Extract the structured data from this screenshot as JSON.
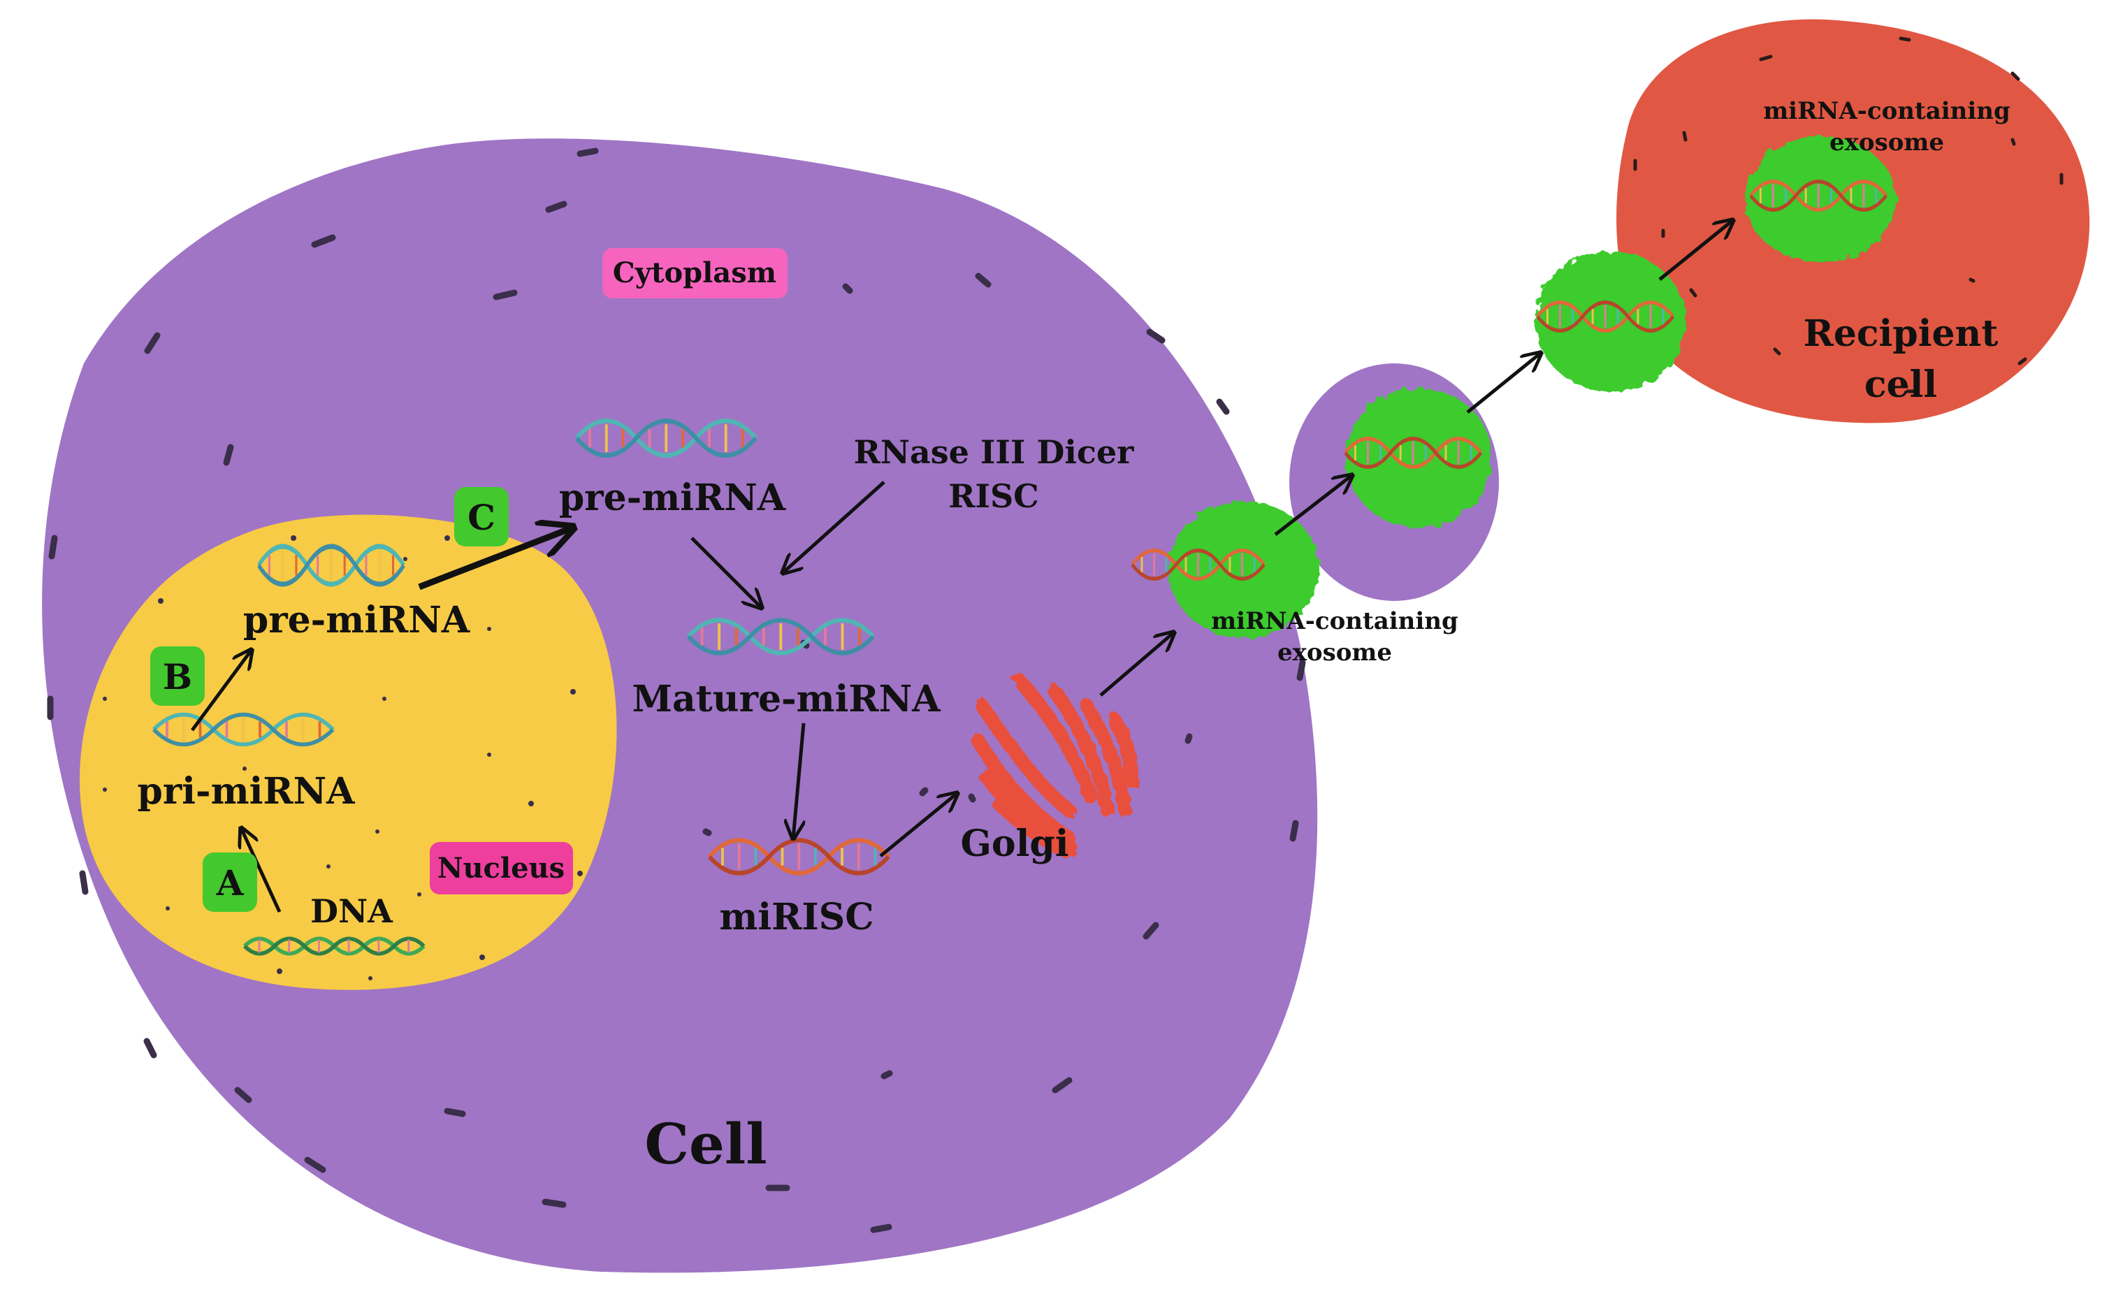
{
  "labels": {
    "cell": "Cell",
    "cytoplasm": "Cytoplasm",
    "nucleus": "Nucleus",
    "dna": "DNA",
    "pri_mirna": "pri-miRNA",
    "pre_mirna_nucleus": "pre-miRNA",
    "pre_mirna_cytoplasm": "pre-miRNA",
    "rnase_line1": "RNase III Dicer",
    "rnase_line2": "RISC",
    "mature_mirna": "Mature-miRNA",
    "mirisc": "miRISC",
    "golgi": "Golgi",
    "exosome_mid_line1": "miRNA-containing",
    "exosome_mid_line2": "exosome",
    "exosome_top_line1": "miRNA-containing",
    "exosome_top_line2": "exosome",
    "recipient_line1": "Recipient",
    "recipient_line2": "cell"
  },
  "steps": {
    "a": "A",
    "b": "B",
    "c": "C"
  },
  "colors": {
    "cell": "#A075C5",
    "nucleus": "#F7CB45",
    "recipient": "#E05843",
    "exosome": "#3DCB2E",
    "step_badge": "#43C92E",
    "tag_cytoplasm": "#F764BE",
    "tag_nucleus": "#EE3E9E",
    "dna_teal": "#4FB6B3",
    "dna_orange": "#E0683A",
    "dna_green": "#3EAA55",
    "golgi": "#E9503E"
  },
  "icons": {
    "helix": "rna-helix-icon",
    "golgi": "golgi-icon"
  }
}
